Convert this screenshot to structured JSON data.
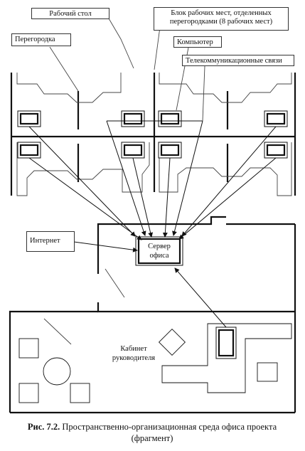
{
  "labels": {
    "desk": "Рабочий стол",
    "workplaces_block": "Блок рабочих мест, отделенных перегородками (8 рабочих мест)",
    "partition": "Перегородка",
    "computer": "Компьютер",
    "telecom": "Телекоммуникационные связи",
    "internet": "Интернет",
    "server": "Сервер офиса",
    "manager_office": "Кабинет руководителя"
  },
  "caption": {
    "number": "Рис. 7.2.",
    "text": "Пространственно-организационная среда офиса проекта (фрагмент)"
  }
}
